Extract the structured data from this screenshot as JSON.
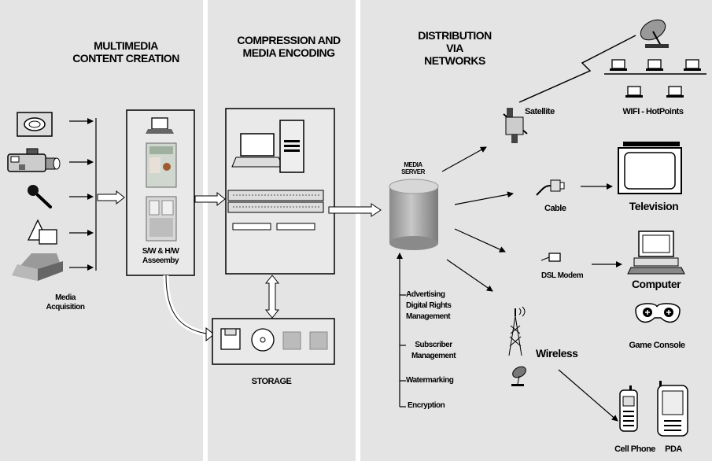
{
  "stages": {
    "creation": {
      "line1": "MULTIMEDIA",
      "line2": "CONTENT CREATION"
    },
    "encoding": {
      "line1": "COMPRESSION AND",
      "line2": "MEDIA ENCODING"
    },
    "distribution": {
      "line1": "DISTRIBUTION",
      "line2": "VIA",
      "line3": "NETWORKS"
    }
  },
  "labels": {
    "media_acquisition_1": "Media",
    "media_acquisition_2": "Acquisition",
    "assembly_1": "S/W & H/W",
    "assembly_2": "Asseemby",
    "storage": "STORAGE",
    "media_server_1": "MEDIA",
    "media_server_2": "SERVER",
    "satellite": "Satellite",
    "wifi": "WIFI - HotPoints",
    "cable": "Cable",
    "television": "Television",
    "dsl_modem": "DSL Modem",
    "computer": "Computer",
    "wireless": "Wireless",
    "game_console": "Game Console",
    "cell_phone": "Cell Phone",
    "pda": "PDA"
  },
  "services": [
    "Advertising",
    "Digital Rights",
    "Management",
    "Subscriber",
    "Management",
    "Watermarking",
    "Encryption"
  ]
}
